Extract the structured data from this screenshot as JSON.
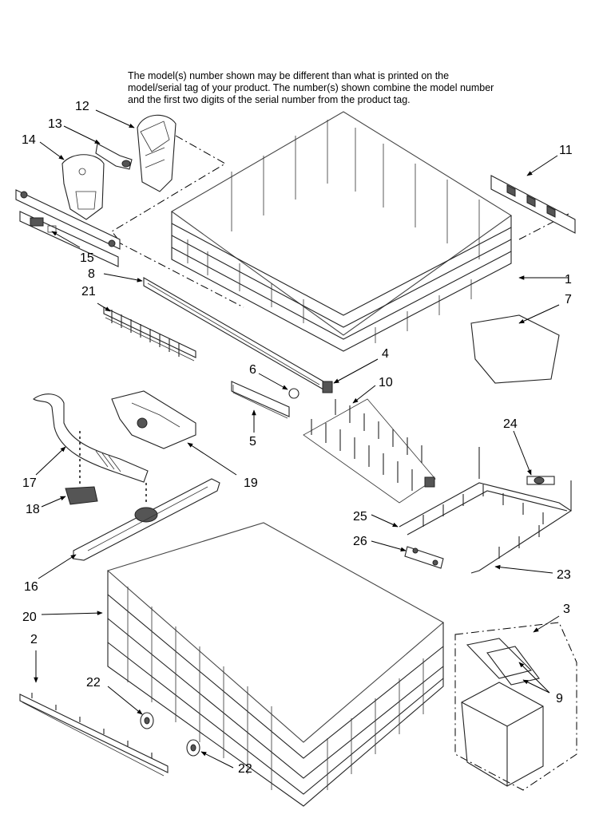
{
  "note": "The model(s) number shown may be different than what is printed on the model/serial tag of your product. The number(s) shown combine the model number and the first two digits of the serial number from the product tag.",
  "callouts": {
    "c1": "1",
    "c2": "2",
    "c3": "3",
    "c4": "4",
    "c5": "5",
    "c6": "6",
    "c7": "7",
    "c8": "8",
    "c9": "9",
    "c10": "10",
    "c11": "11",
    "c12": "12",
    "c13": "13",
    "c14": "14",
    "c15": "15",
    "c16": "16",
    "c17": "17",
    "c18": "18",
    "c19": "19",
    "c20": "20",
    "c21": "21",
    "c22a": "22",
    "c22b": "22",
    "c23": "23",
    "c24": "24",
    "c25": "25",
    "c26": "26"
  }
}
